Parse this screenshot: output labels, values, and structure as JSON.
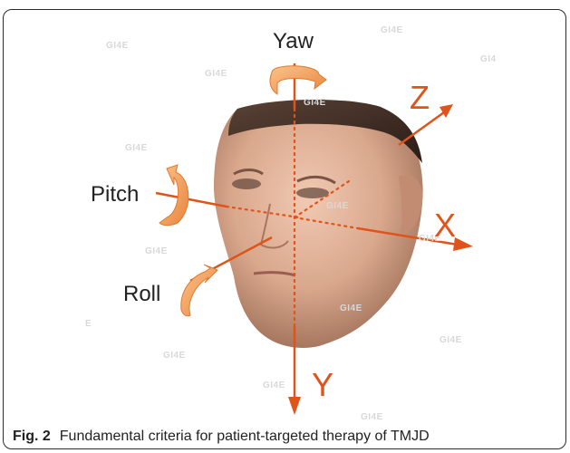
{
  "labels": {
    "yaw": "Yaw",
    "pitch": "Pitch",
    "roll": "Roll",
    "x_axis": "X",
    "y_axis": "Y",
    "z_axis": "Z"
  },
  "watermarks": [
    "GI4E",
    "GI4E",
    "GI4",
    "GI4E",
    "GI4E",
    "GI4E",
    "GI4E",
    "GI4E",
    "E",
    "GI4E",
    "GI4E",
    "GI4E",
    "GI4E",
    "GI4E",
    "GI4E"
  ],
  "caption": {
    "figure_number": "Fig. 2",
    "text": "Fundamental criteria for patient-targeted therapy of TMJD"
  },
  "colors": {
    "axis": "#e0531a",
    "arrow_fill": "#f4a561",
    "skin": "#d8a58a",
    "hair": "#3a2a22"
  }
}
